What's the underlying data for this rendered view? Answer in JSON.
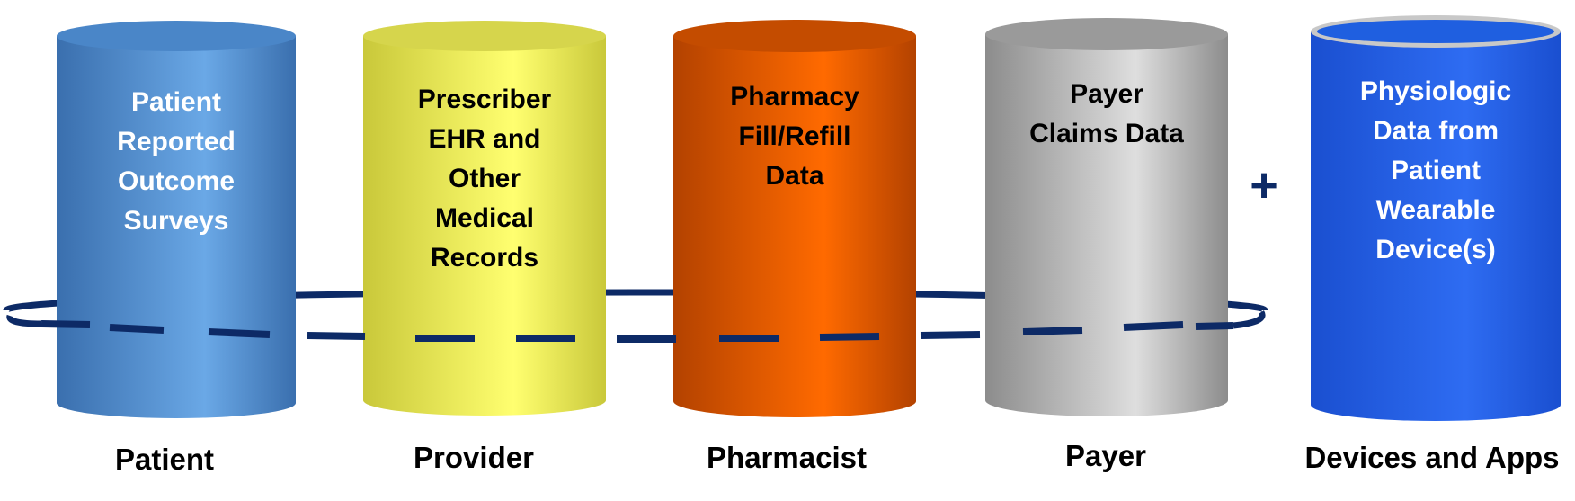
{
  "diagram": {
    "plus_sign": "+",
    "cylinders": [
      {
        "id": "patient",
        "lines": [
          "Patient",
          "Reported",
          "Outcome",
          "Surveys"
        ],
        "label": "Patient",
        "text_color": "#ffffff",
        "colors": {
          "dark": "#3a6fae",
          "light": "#6aa8e6",
          "top": "#4a86c8"
        }
      },
      {
        "id": "provider",
        "lines": [
          "Prescriber",
          "EHR and",
          "Other",
          "Medical",
          "Records"
        ],
        "label": "Provider",
        "text_color": "#000000",
        "colors": {
          "dark": "#c9c83a",
          "light": "#ffff70",
          "top": "#d6d54c"
        }
      },
      {
        "id": "pharmacist",
        "lines": [
          "Pharmacy",
          "Fill/Refill",
          "Data"
        ],
        "label": "Pharmacist",
        "text_color": "#000000",
        "colors": {
          "dark": "#b34200",
          "light": "#ff6a00",
          "top": "#c44c00"
        }
      },
      {
        "id": "payer",
        "lines": [
          "Payer",
          "Claims Data"
        ],
        "label": "Payer",
        "text_color": "#000000",
        "colors": {
          "dark": "#8c8c8c",
          "light": "#dedede",
          "top": "#9a9a9a"
        }
      },
      {
        "id": "devices",
        "lines": [
          "Physiologic",
          "Data from",
          "Patient",
          "Wearable",
          "Device(s)"
        ],
        "label": "Devices and Apps",
        "text_color": "#ffffff",
        "colors": {
          "dark": "#1a4fd0",
          "light": "#2e6cf2",
          "top": "#1f5fe0",
          "rim": "#c8c8c8"
        }
      }
    ],
    "ring_color": "#0d2a66"
  }
}
